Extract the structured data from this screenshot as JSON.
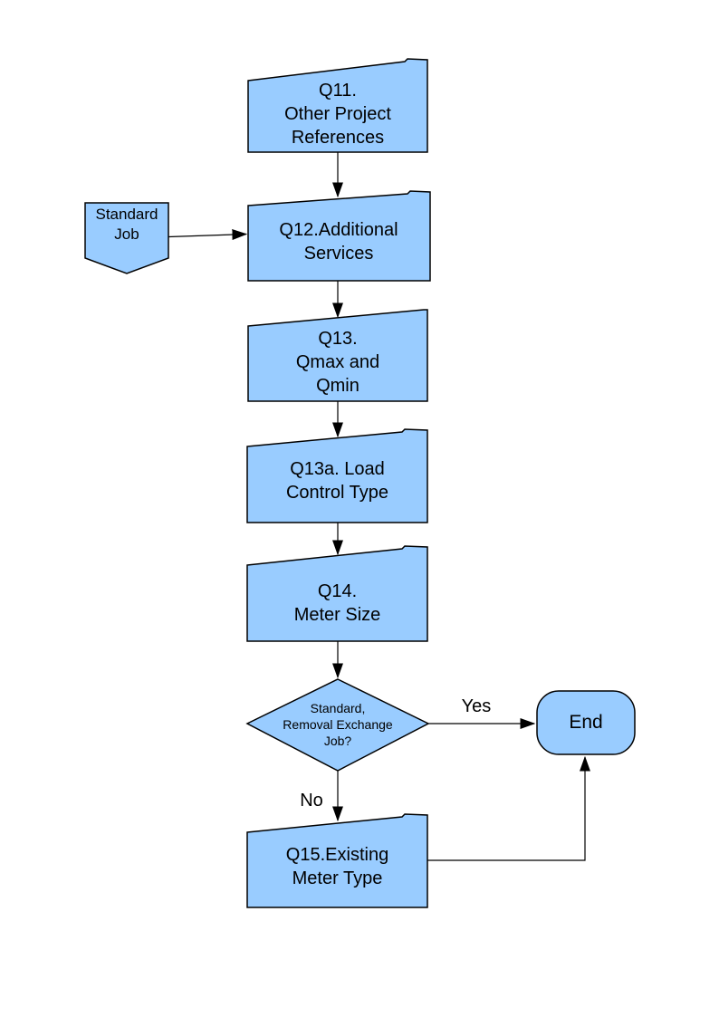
{
  "diagram": {
    "background_color": "#ffffff",
    "shape_fill_color": "#99ccff",
    "shape_border_color": "#000000",
    "text_color": "#000000",
    "nodes": {
      "q11": {
        "label": "Q11.\nOther Project\nReferences",
        "shape": "slant-top-box"
      },
      "standard_job": {
        "label": "Standard\nJob",
        "shape": "pentagon-down-tag"
      },
      "q12": {
        "label": "Q12.Additional\nServices",
        "shape": "slant-top-box"
      },
      "q13": {
        "label": "Q13.\nQmax and\nQmin",
        "shape": "slant-top-box"
      },
      "q13a": {
        "label": "Q13a. Load\nControl Type",
        "shape": "slant-top-box"
      },
      "q14": {
        "label": "Q14.\nMeter Size",
        "shape": "slant-top-box"
      },
      "decision": {
        "label": "Standard,\nRemoval Exchange\nJob?",
        "shape": "decision-diamond"
      },
      "end": {
        "label": "End",
        "shape": "terminator"
      },
      "q15": {
        "label": "Q15.Existing\nMeter Type",
        "shape": "slant-top-box"
      }
    },
    "edge_labels": {
      "yes": "Yes",
      "no": "No"
    }
  }
}
